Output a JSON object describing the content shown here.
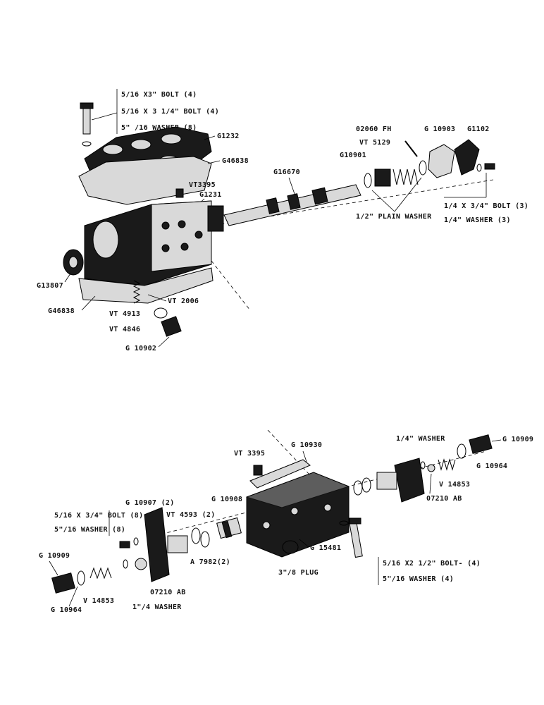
{
  "top_assembly": {
    "bolt_note": {
      "line1": "5/16 X3\" BOLT (4)",
      "line2": "5/16 X 3 1/4\" BOLT (4)",
      "line3": "5\" /16 WASHER (8)"
    },
    "labels": {
      "g1232": "G1232",
      "g46838_upper": "G46838",
      "vt3395": "VT3395",
      "g1231": "G1231",
      "g16670": "G16670",
      "g10901": "G10901",
      "vt5129": "VT 5129",
      "o2060fh": "02060 FH",
      "g10903": "G 10903",
      "g1102": "G1102",
      "plain_washer": "1/2\" PLAIN WASHER",
      "bolt3": "1/4 X 3/4\" BOLT (3)",
      "washer3": "1/4\" WASHER (3)",
      "g13807": "G13807",
      "g46838_lower": "G46838",
      "vt4913": "VT 4913",
      "vt2006": "VT 2006",
      "vt4846": "VT 4846",
      "g10902": "G 10902"
    }
  },
  "bottom_assembly": {
    "labels": {
      "vt3395": "VT 3395",
      "g10930": "G 10930",
      "washer_quarter_top": "1/4\" WASHER",
      "g10909_right": "G 10909",
      "g10964_right": "G 10964",
      "v14853_right": "V 14853",
      "o7210ab_right": "07210 AB",
      "g10908": "G 10908",
      "g10907": "G 10907 (2)",
      "vt4593": "VT 4593 (2)",
      "bolt8": "5/16 X 3/4\" BOLT (8)",
      "washer8": "5\"/16 WASHER (8)",
      "a7982": "A 7982(2)",
      "g15481": "G 15481",
      "plug": "3\"/8 PLUG",
      "bolt4": "5/16 X2 1/2\" BOLT- (4)",
      "washer4": "5\"/16 WASHER (4)",
      "g10909_left": "G 10909",
      "g10964_left": "G 10964",
      "v14853_left": "V 14853",
      "o7210ab_left": "07210 AB",
      "washer_quarter_bottom": "1\"/4 WASHER"
    }
  }
}
